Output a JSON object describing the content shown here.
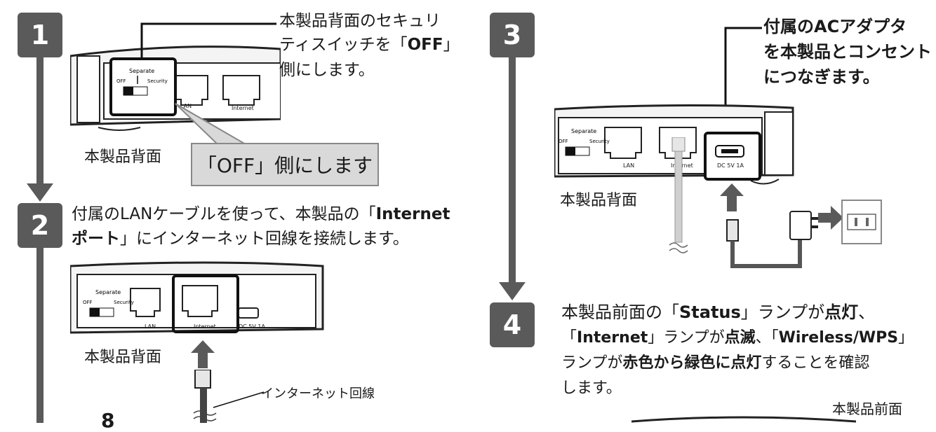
{
  "steps": [
    {
      "number": "1"
    },
    {
      "number": "2"
    },
    {
      "number": "3"
    },
    {
      "number": "4"
    }
  ],
  "step1": {
    "callout_lines": [
      "本製品背面のセキュリ",
      "ティスイッチを「",
      "OFF",
      "」",
      "側にします。"
    ],
    "device_label": "本製品背面",
    "bubble_text": "「OFF」側にします",
    "switch_title": "Separate",
    "switch_left": "OFF",
    "switch_right": "Security",
    "port_lan": "LAN",
    "port_internet": "Internet"
  },
  "step2": {
    "line1_a": "付属のLANケーブルを使って、本製品の「",
    "line1_b": "Internet",
    "line2_a": "ポート",
    "line2_b": "」にインターネット回線を接続します。",
    "device_label": "本製品背面",
    "cable_label": "インターネット回線",
    "port_lan": "LAN",
    "port_internet": "Internet",
    "port_dc": "DC 5V 1A",
    "switch_title": "Separate",
    "switch_left": "OFF",
    "switch_right": "Security",
    "page_number": "8"
  },
  "step3": {
    "callout_lines": [
      "付属のACアダプタ",
      "を本製品とコンセント",
      "につなぎます。"
    ],
    "device_label": "本製品背面",
    "port_lan": "LAN",
    "port_internet": "Internet",
    "port_dc": "DC 5V 1A",
    "switch_title": "Separate",
    "switch_left": "OFF",
    "switch_right": "Security"
  },
  "step4": {
    "l1_a": "本製品前面の「",
    "l1_b": "Status",
    "l1_c": "」ランプが",
    "l1_d": "点灯",
    "l1_e": "、",
    "l2_a": "「",
    "l2_b": "Internet",
    "l2_c": "」ランプが",
    "l2_d": "点滅",
    "l2_e": "、「",
    "l2_f": "Wireless/WPS",
    "l2_g": "」",
    "l3_a": "ランプが",
    "l3_b": "赤色から緑色に点灯",
    "l3_c": "することを確認",
    "l4": "します。",
    "device_label": "本製品前面"
  }
}
